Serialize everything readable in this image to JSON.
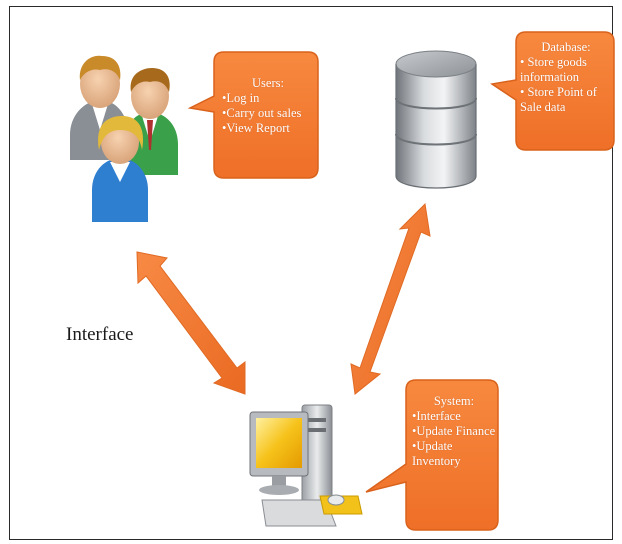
{
  "interface_label": "Interface",
  "callouts": {
    "users": {
      "title": "Users:",
      "items": [
        "•Log in",
        "•Carry out  sales",
        "•View Report"
      ]
    },
    "database": {
      "title": "Database:",
      "items": [
        "• Store goods",
        "information",
        "• Store Point of",
        "Sale data"
      ]
    },
    "system": {
      "title": "System:",
      "items": [
        "•Interface",
        "•Update Finance",
        "•Update",
        "Inventory"
      ]
    }
  },
  "icons": {
    "users": "users-group-icon",
    "database": "database-cylinder-icon",
    "system": "desktop-computer-icon"
  },
  "colors": {
    "callout_fill": "#f47a33",
    "callout_stroke": "#d9621c",
    "arrow_fill": "#f47a33"
  }
}
